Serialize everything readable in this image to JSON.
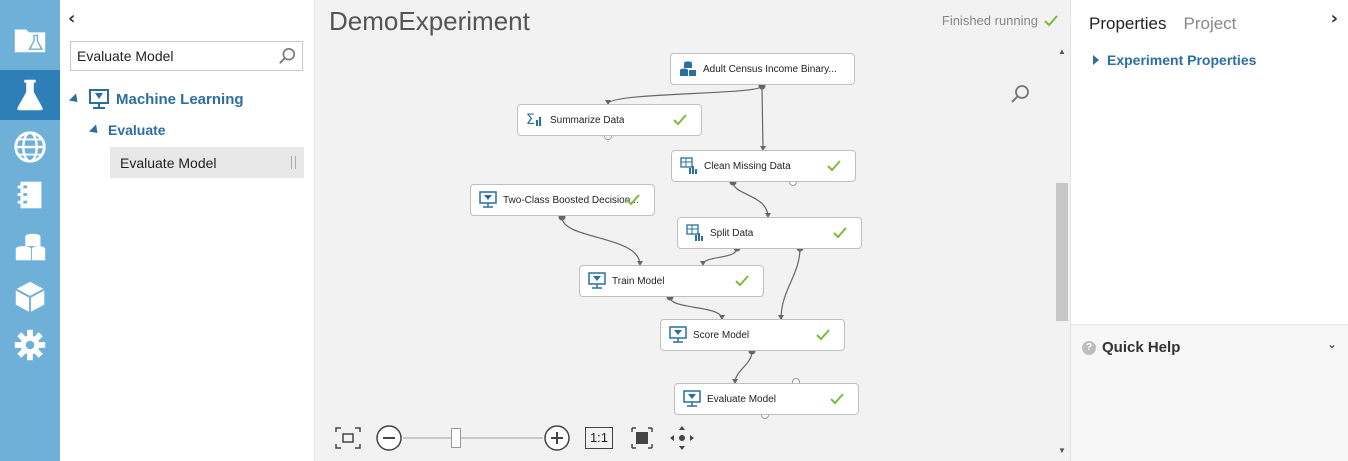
{
  "nav": {
    "items": [
      {
        "icon": "projects-icon"
      },
      {
        "icon": "experiments-icon",
        "active": true
      },
      {
        "icon": "web-services-icon"
      },
      {
        "icon": "notebooks-icon"
      },
      {
        "icon": "datasets-icon"
      },
      {
        "icon": "trained-models-icon"
      },
      {
        "icon": "settings-icon"
      }
    ]
  },
  "palette": {
    "collapse_glyph": "‹",
    "search": {
      "value": "Evaluate Model",
      "placeholder": ""
    },
    "tree": {
      "category": "Machine Learning",
      "subcategory": "Evaluate",
      "module": "Evaluate Model"
    }
  },
  "experiment": {
    "title": "DemoExperiment",
    "status": "Finished running",
    "nodes": [
      {
        "label": "Adult Census Income Binary...",
        "icon": "dataset-icon",
        "done": false
      },
      {
        "label": "Summarize Data",
        "icon": "summarize-icon",
        "done": true
      },
      {
        "label": "Clean Missing Data",
        "icon": "table-icon",
        "done": true
      },
      {
        "label": "Two-Class Boosted Decision...",
        "icon": "model-icon",
        "done": true
      },
      {
        "label": "Split Data",
        "icon": "table-icon",
        "done": true
      },
      {
        "label": "Train Model",
        "icon": "model-icon",
        "done": true
      },
      {
        "label": "Score Model",
        "icon": "model-icon",
        "done": true
      },
      {
        "label": "Evaluate Model",
        "icon": "model-icon",
        "done": true
      }
    ],
    "zoom_bar": {
      "actual_size_label": "1:1",
      "zoom_level": 0.38
    }
  },
  "properties": {
    "tabs": [
      "Properties",
      "Project"
    ],
    "active_tab": "Properties",
    "section": "Experiment Properties",
    "quick_help": "Quick Help",
    "collapse_glyph": "›"
  },
  "colors": {
    "rail": "#6fb0d8",
    "rail_active": "#2e7fb8",
    "accent": "#2b6fa0",
    "check": "#7fba3e",
    "canvas": "#f2f2f2"
  }
}
